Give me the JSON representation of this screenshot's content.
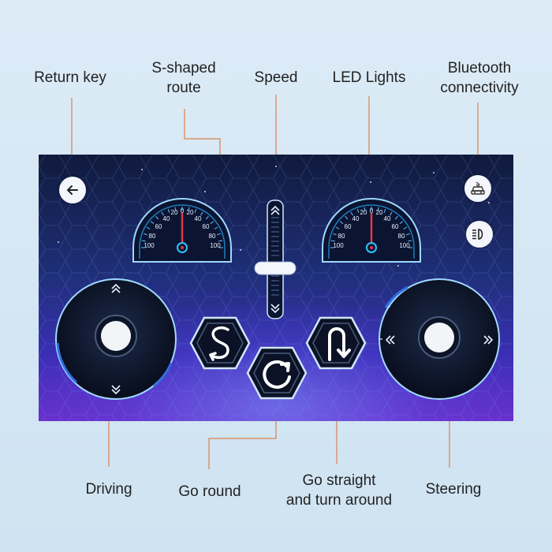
{
  "callouts": {
    "return_key": "Return key",
    "s_shaped_route": "S-shaped\nroute",
    "speed": "Speed",
    "led_lights": "LED Lights",
    "bluetooth": "Bluetooth\nconnectivity",
    "driving": "Driving",
    "go_round": "Go round",
    "go_straight": "Go straight\nand turn around",
    "steering": "Steering"
  },
  "gauges": {
    "left": {
      "ticks": [
        "20",
        "0",
        "20",
        "40",
        "60",
        "80",
        "100",
        "40",
        "60",
        "80",
        "100"
      ],
      "value": 0
    },
    "right": {
      "ticks": [
        "20",
        "0",
        "20",
        "40",
        "60",
        "80",
        "100",
        "40",
        "60",
        "80",
        "100"
      ],
      "value": 0
    }
  },
  "speed_slider": {
    "level": 0.35
  },
  "icons": {
    "return": "arrow-left-icon",
    "bluetooth": "bluetooth-car-icon",
    "led": "headlight-icon",
    "s_route": "s-route-icon",
    "go_round": "rotate-icon",
    "u_turn": "u-turn-icon"
  },
  "colors": {
    "accent": "#29c7ff",
    "needle": "#e0394a",
    "leader_line": "#d9824d"
  }
}
